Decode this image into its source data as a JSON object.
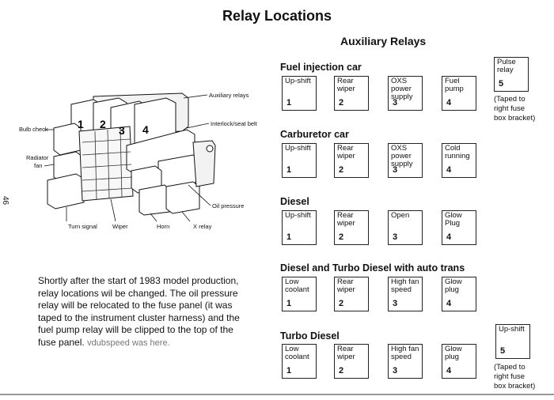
{
  "page_title": "Relay Locations",
  "auxiliary_heading": "Auxiliary Relays",
  "page_number": "46",
  "diagram": {
    "labels": {
      "auxiliary_relays": "Auxiliary relays",
      "interlock": "Interlock/seat belt",
      "bulb_check": "Bulb check",
      "radiator_fan_line1": "Radiator",
      "radiator_fan_line2": "fan",
      "oil_pressure": "Oil pressure",
      "turn_signal": "Turn signal",
      "wiper": "Wiper",
      "horn": "Horn",
      "x_relay": "X relay"
    },
    "slot_numbers": [
      "1",
      "2",
      "3",
      "4"
    ]
  },
  "sections": [
    {
      "title": "Fuel injection car",
      "relays": [
        {
          "label": "Up-shift",
          "number": "1"
        },
        {
          "label": "Rear\nwiper",
          "number": "2"
        },
        {
          "label": "OXS\npower\nsupply",
          "number": "3"
        },
        {
          "label": "Fuel\npump",
          "number": "4"
        }
      ],
      "extra": {
        "label": "Pulse\nrelay",
        "number": "5",
        "note": "(Taped to\nright fuse\nbox bracket)"
      }
    },
    {
      "title": "Carburetor car",
      "relays": [
        {
          "label": "Up-shift",
          "number": "1"
        },
        {
          "label": "Rear\nwiper",
          "number": "2"
        },
        {
          "label": "OXS\npower\nsupply",
          "number": "3"
        },
        {
          "label": "Cold\nrunning",
          "number": "4"
        }
      ]
    },
    {
      "title": "Diesel",
      "relays": [
        {
          "label": "Up-shift",
          "number": "1"
        },
        {
          "label": "Rear\nwiper",
          "number": "2"
        },
        {
          "label": "Open",
          "number": "3"
        },
        {
          "label": "Glow\nPlug",
          "number": "4"
        }
      ]
    },
    {
      "title": "Diesel and Turbo Diesel with auto trans",
      "relays": [
        {
          "label": "Low\ncoolant",
          "number": "1"
        },
        {
          "label": "Rear\nwiper",
          "number": "2"
        },
        {
          "label": "High fan\nspeed",
          "number": "3"
        },
        {
          "label": "Glow\nplug",
          "number": "4"
        }
      ]
    },
    {
      "title": "Turbo Diesel",
      "relays": [
        {
          "label": "Low\ncoolant",
          "number": "1"
        },
        {
          "label": "Rear\nwiper",
          "number": "2"
        },
        {
          "label": "High fan\nspeed",
          "number": "3"
        },
        {
          "label": "Glow\nplug",
          "number": "4"
        }
      ],
      "extra": {
        "label": "Up-shift",
        "number": "5",
        "note": "(Taped to\nright fuse\nbox bracket)"
      }
    }
  ],
  "description": "Shortly after the start of 1983 model production, relay locations wil be changed. The oil pressure relay will be relocated to the fuse panel (it was taped to the instrument cluster harness) and the fuel pump relay will be clipped to the top of the fuse panel.",
  "description_extra": "vdubspeed was here."
}
